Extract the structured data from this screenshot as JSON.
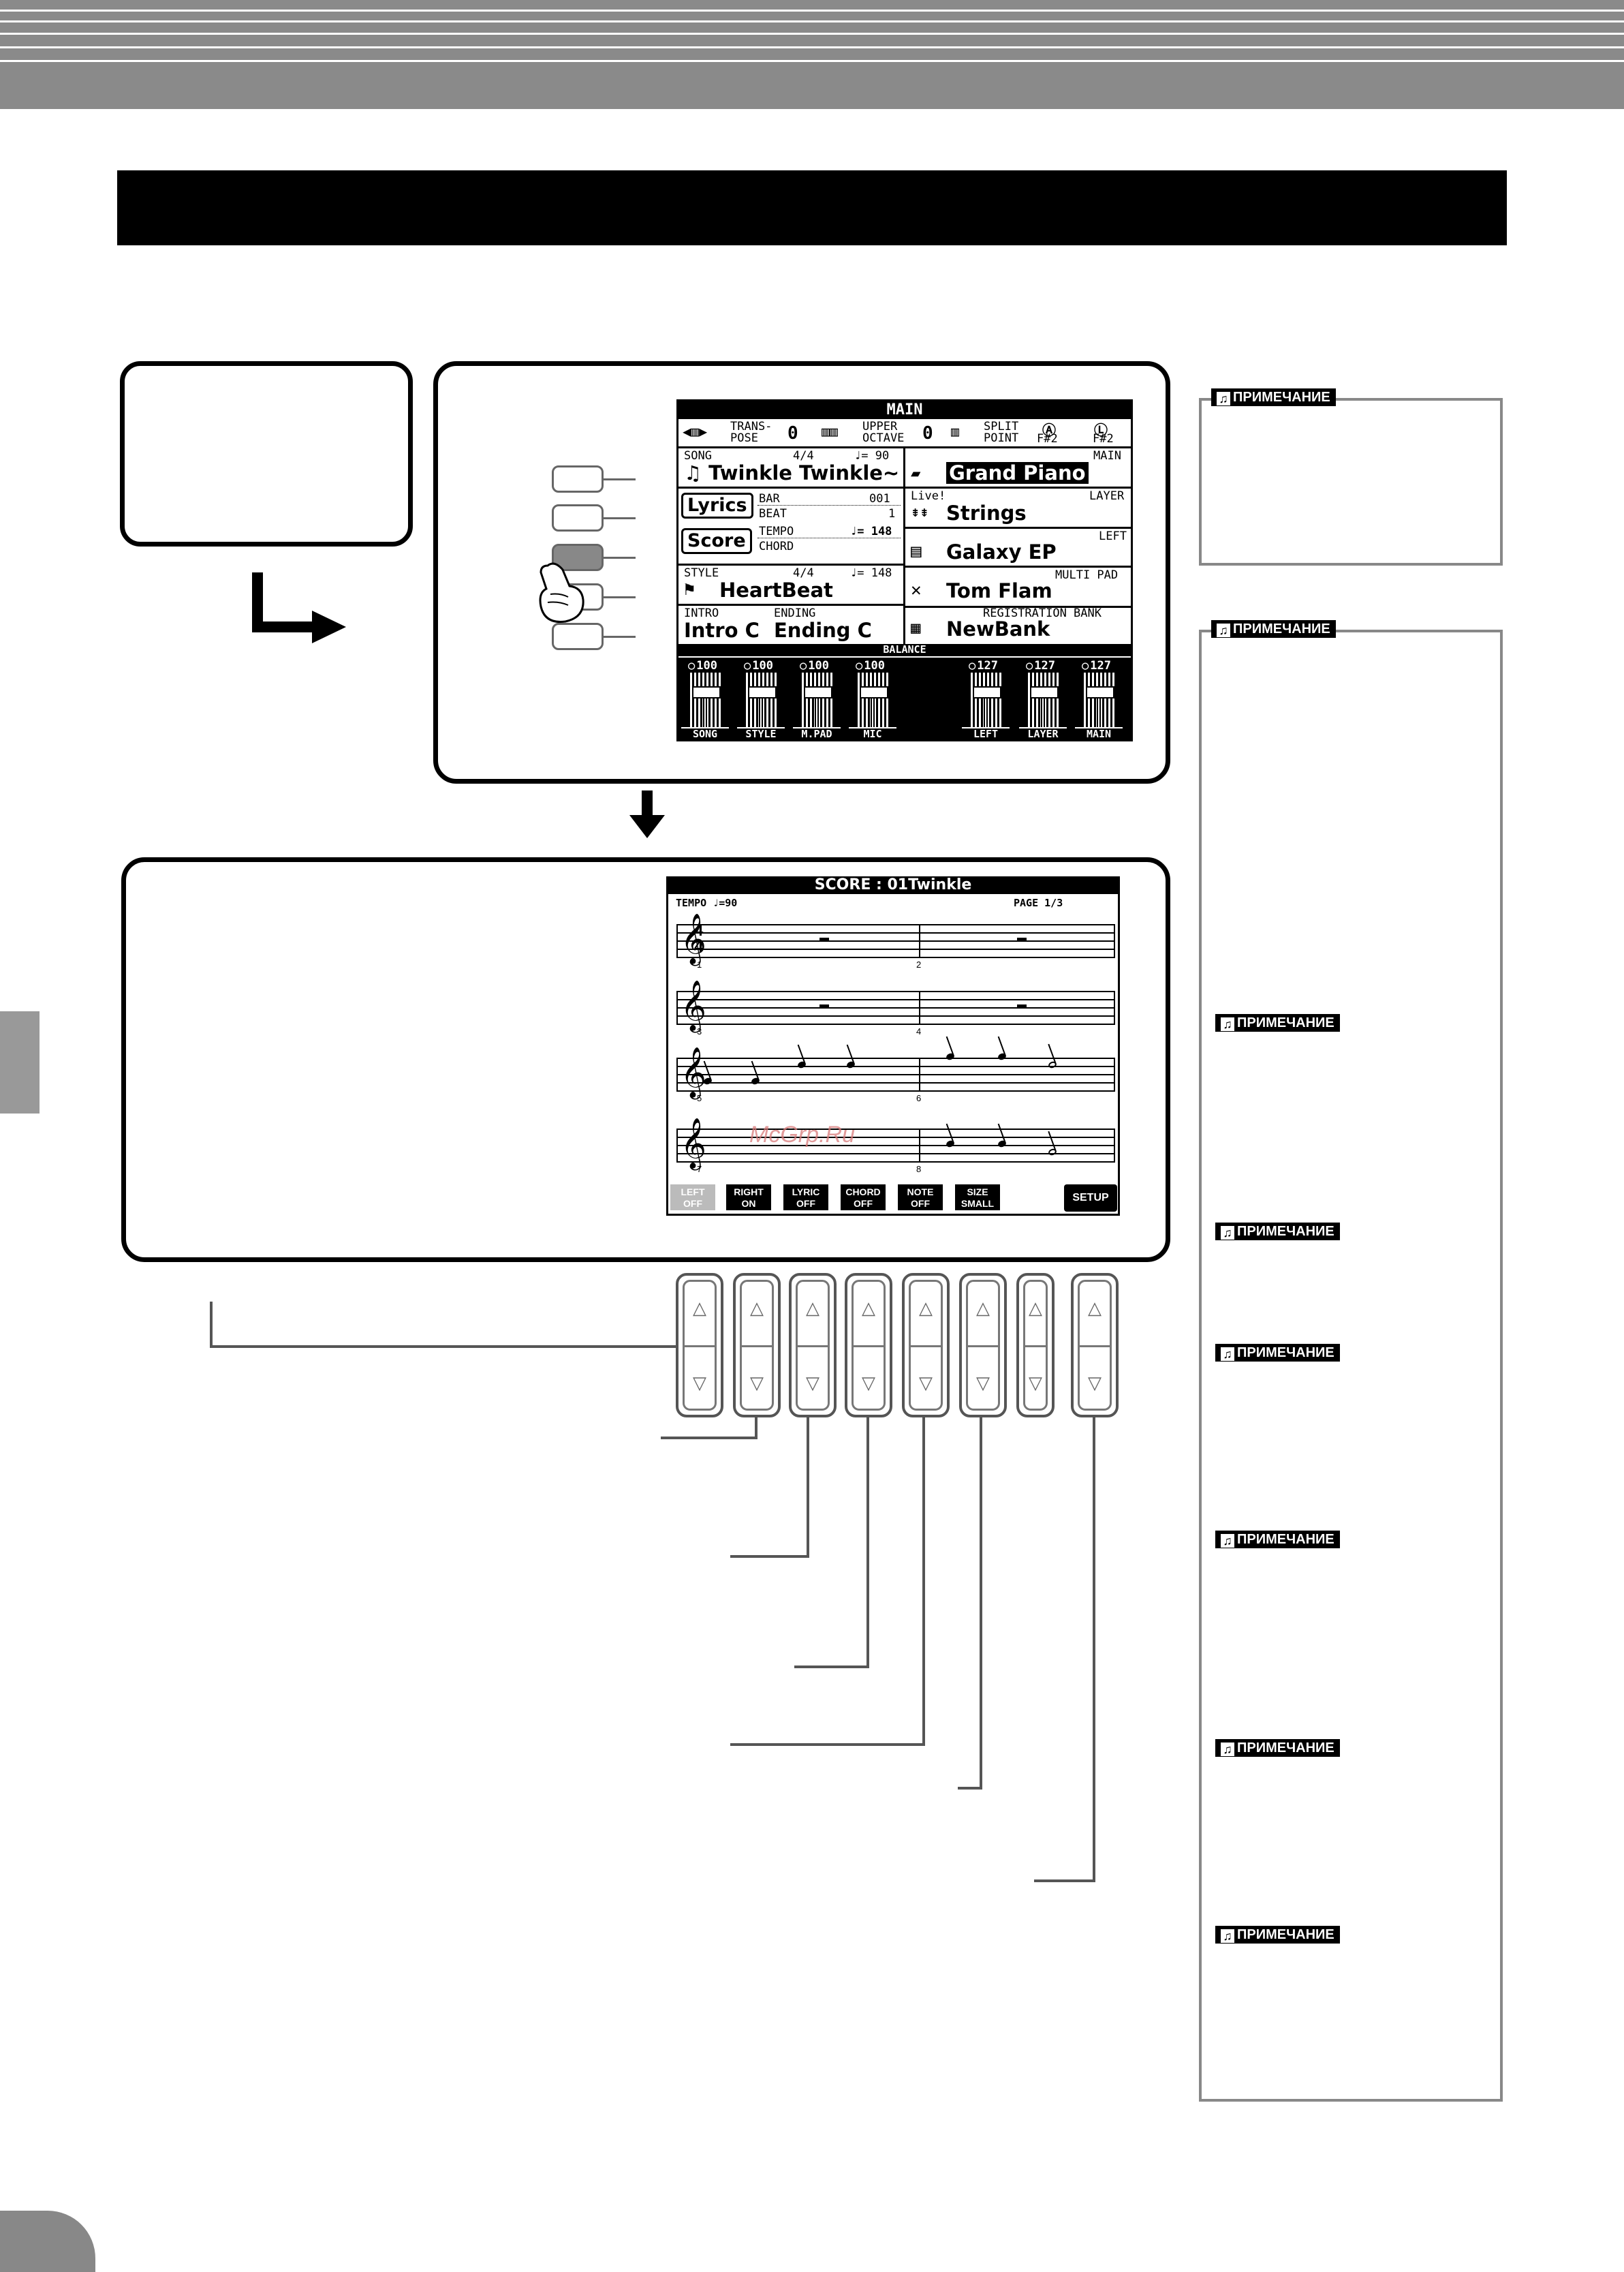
{
  "header": {
    "banner_title": ""
  },
  "main_lcd": {
    "title": "MAIN",
    "transpose_label_1": "TRANS-",
    "transpose_label_2": "POSE",
    "transpose_value": "0",
    "upper_octave_label_1": "UPPER",
    "upper_octave_label_2": "OCTAVE",
    "upper_octave_value": "0",
    "split_point_label_1": "SPLIT",
    "split_point_label_2": "POINT",
    "split_left_value": "F#2",
    "split_right_value": "F#2",
    "song_label": "SONG",
    "song_time_sig": "4/4",
    "song_tempo": "♩= 90",
    "song_name": "♫ Twinkle Twinkle~",
    "lyrics_button": "Lyrics",
    "score_button": "Score",
    "bar_label": "BAR",
    "bar_value": "001",
    "beat_label": "BEAT",
    "beat_value": "1",
    "tempo_label": "TEMPO",
    "tempo_value": "♩= 148",
    "chord_label": "CHORD",
    "style_label": "STYLE",
    "style_time_sig": "4/4",
    "style_tempo": "♩= 148",
    "style_name": "HeartBeat",
    "intro_label": "INTRO",
    "intro_value": "Intro C",
    "ending_label": "ENDING",
    "ending_value": "Ending C",
    "main_label": "MAIN",
    "main_voice": "Grand Piano",
    "live_label": "Live!",
    "layer_label": "LAYER",
    "layer_voice": "Strings",
    "left_label": "LEFT",
    "left_voice": "Galaxy EP",
    "multipad_label": "MULTI PAD",
    "multipad_value": "Tom Flam",
    "regbank_label": "REGISTRATION BANK",
    "regbank_value": "NewBank",
    "balance_title": "BALANCE",
    "faders": [
      {
        "name": "SONG",
        "value": "100"
      },
      {
        "name": "STYLE",
        "value": "100"
      },
      {
        "name": "M.PAD",
        "value": "100"
      },
      {
        "name": "MIC",
        "value": "100"
      },
      {
        "name": "LEFT",
        "value": "127"
      },
      {
        "name": "LAYER",
        "value": "127"
      },
      {
        "name": "MAIN",
        "value": "127"
      }
    ]
  },
  "score_lcd": {
    "title": "SCORE : 01Twinkle",
    "tempo": "TEMPO ♩=90",
    "page": "PAGE 1/3",
    "bar_numbers": [
      "1",
      "2",
      "3",
      "4",
      "5",
      "6",
      "7",
      "8"
    ],
    "softkeys": [
      {
        "top": "LEFT",
        "bottom": "OFF"
      },
      {
        "top": "RIGHT",
        "bottom": "ON"
      },
      {
        "top": "LYRIC",
        "bottom": "OFF"
      },
      {
        "top": "CHORD",
        "bottom": "OFF"
      },
      {
        "top": "NOTE",
        "bottom": "OFF"
      },
      {
        "top": "SIZE",
        "bottom": "SMALL"
      }
    ],
    "setup_button": "SETUP",
    "watermark": "McGrp.Ru"
  },
  "notes": {
    "tag_label": "ПРИМЕЧАНИЕ"
  }
}
